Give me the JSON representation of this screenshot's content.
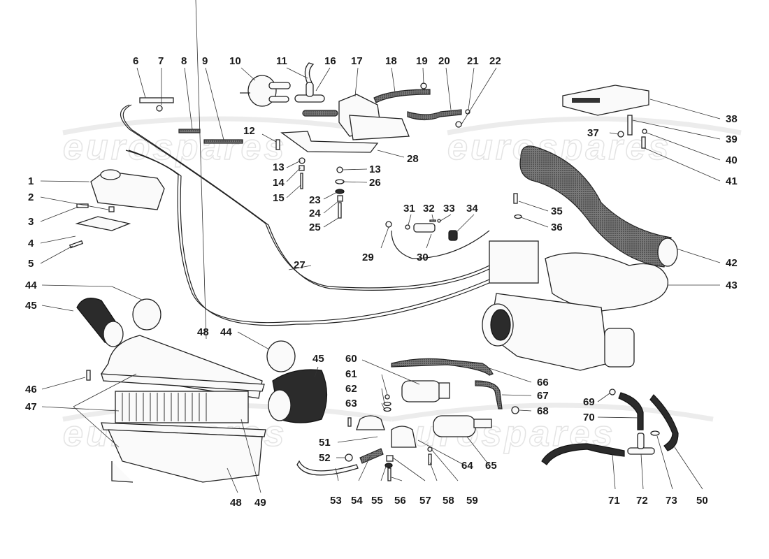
{
  "diagram": {
    "title": "Fuel injection / air intake system exploded parts diagram",
    "watermark": "eurospares",
    "watermark_instances": 3,
    "callouts": [
      {
        "id": "1",
        "label": "1",
        "part": "control unit cover"
      },
      {
        "id": "2",
        "label": "2",
        "part": "nut"
      },
      {
        "id": "3",
        "label": "3",
        "part": "screw"
      },
      {
        "id": "4",
        "label": "4",
        "part": "bracket"
      },
      {
        "id": "5",
        "label": "5",
        "part": "stud"
      },
      {
        "id": "6",
        "label": "6",
        "part": "cable fitting"
      },
      {
        "id": "7",
        "label": "7",
        "part": "nut"
      },
      {
        "id": "8",
        "label": "8",
        "part": "cable clip"
      },
      {
        "id": "9",
        "label": "9",
        "part": "cable clip"
      },
      {
        "id": "10",
        "label": "10",
        "part": "vacuum capsule"
      },
      {
        "id": "11",
        "label": "11",
        "part": "hose"
      },
      {
        "id": "12",
        "label": "12",
        "part": "screw"
      },
      {
        "id": "13a",
        "label": "13",
        "part": "nut"
      },
      {
        "id": "13b",
        "label": "13",
        "part": "nut"
      },
      {
        "id": "14",
        "label": "14",
        "part": "spacer"
      },
      {
        "id": "15",
        "label": "15",
        "part": "stud"
      },
      {
        "id": "16",
        "label": "16",
        "part": "T-connector"
      },
      {
        "id": "17",
        "label": "17",
        "part": "valve"
      },
      {
        "id": "18",
        "label": "18",
        "part": "hose"
      },
      {
        "id": "19",
        "label": "19",
        "part": "clamp"
      },
      {
        "id": "20",
        "label": "20",
        "part": "hose"
      },
      {
        "id": "21",
        "label": "21",
        "part": "nut"
      },
      {
        "id": "22",
        "label": "22",
        "part": "clamp"
      },
      {
        "id": "23",
        "label": "23",
        "part": "rubber mount"
      },
      {
        "id": "24",
        "label": "24",
        "part": "spacer"
      },
      {
        "id": "25",
        "label": "25",
        "part": "screw"
      },
      {
        "id": "26",
        "label": "26",
        "part": "washer"
      },
      {
        "id": "27",
        "label": "27",
        "part": "wiring harness"
      },
      {
        "id": "28",
        "label": "28",
        "part": "bracket"
      },
      {
        "id": "29",
        "label": "29",
        "part": "banjo bolt"
      },
      {
        "id": "30",
        "label": "30",
        "part": "cold start valve"
      },
      {
        "id": "31",
        "label": "31",
        "part": "seal"
      },
      {
        "id": "32",
        "label": "32",
        "part": "screw"
      },
      {
        "id": "33",
        "label": "33",
        "part": "washer"
      },
      {
        "id": "34",
        "label": "34",
        "part": "gasket"
      },
      {
        "id": "35",
        "label": "35",
        "part": "screw"
      },
      {
        "id": "36",
        "label": "36",
        "part": "washer"
      },
      {
        "id": "37",
        "label": "37",
        "part": "nut"
      },
      {
        "id": "38",
        "label": "38",
        "part": "control unit"
      },
      {
        "id": "39",
        "label": "39",
        "part": "bracket"
      },
      {
        "id": "40",
        "label": "40",
        "part": "nut"
      },
      {
        "id": "41",
        "label": "41",
        "part": "stud"
      },
      {
        "id": "42",
        "label": "42",
        "part": "intake hose"
      },
      {
        "id": "43",
        "label": "43",
        "part": "air flow sensor housing"
      },
      {
        "id": "44a",
        "label": "44",
        "part": "hose clamp"
      },
      {
        "id": "44b",
        "label": "44",
        "part": "hose clamp"
      },
      {
        "id": "45a",
        "label": "45",
        "part": "bellows"
      },
      {
        "id": "45b",
        "label": "45",
        "part": "bellows"
      },
      {
        "id": "46",
        "label": "46",
        "part": "screw"
      },
      {
        "id": "47",
        "label": "47",
        "part": "gasket"
      },
      {
        "id": "48a",
        "label": "48",
        "part": "air filter cover"
      },
      {
        "id": "48b",
        "label": "48",
        "part": "air filter housing"
      },
      {
        "id": "49",
        "label": "49",
        "part": "filter element"
      },
      {
        "id": "50",
        "label": "50",
        "part": "hose"
      },
      {
        "id": "51",
        "label": "51",
        "part": "bracket clamp"
      },
      {
        "id": "52",
        "label": "52",
        "part": "clamp"
      },
      {
        "id": "53",
        "label": "53",
        "part": "fuel pipe"
      },
      {
        "id": "54",
        "label": "54",
        "part": "hose"
      },
      {
        "id": "55",
        "label": "55",
        "part": "washer"
      },
      {
        "id": "56",
        "label": "56",
        "part": "screw"
      },
      {
        "id": "57",
        "label": "57",
        "part": "rubber mount"
      },
      {
        "id": "58",
        "label": "58",
        "part": "screw"
      },
      {
        "id": "59",
        "label": "59",
        "part": "nut"
      },
      {
        "id": "60",
        "label": "60",
        "part": "fuel accumulator"
      },
      {
        "id": "61",
        "label": "61",
        "part": "nut"
      },
      {
        "id": "62",
        "label": "62",
        "part": "washer"
      },
      {
        "id": "63",
        "label": "63",
        "part": "washer"
      },
      {
        "id": "64",
        "label": "64",
        "part": "bracket clamp"
      },
      {
        "id": "65",
        "label": "65",
        "part": "fuel pump"
      },
      {
        "id": "66",
        "label": "66",
        "part": "fuel line"
      },
      {
        "id": "67",
        "label": "67",
        "part": "fuel line"
      },
      {
        "id": "68",
        "label": "68",
        "part": "nut"
      },
      {
        "id": "69",
        "label": "69",
        "part": "nut"
      },
      {
        "id": "70",
        "label": "70",
        "part": "hose"
      },
      {
        "id": "71",
        "label": "71",
        "part": "hose"
      },
      {
        "id": "72",
        "label": "72",
        "part": "T-connector"
      },
      {
        "id": "73",
        "label": "73",
        "part": "clamp"
      }
    ]
  }
}
